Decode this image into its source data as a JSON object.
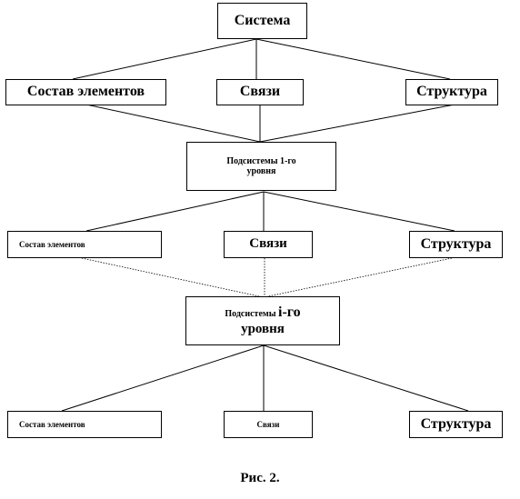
{
  "diagram": {
    "root": {
      "label": "Система"
    },
    "level1": [
      {
        "label": "Состав элементов"
      },
      {
        "label": "Связи"
      },
      {
        "label": "Структура"
      }
    ],
    "subsystem1": {
      "line1": "Подсистемы 1-го",
      "line2": "уровня"
    },
    "level2": [
      {
        "label": "Состав элементов"
      },
      {
        "label": "Связи"
      },
      {
        "label": "Структура"
      }
    ],
    "subsystemI": {
      "prefix": "Подсистемы ",
      "big": "i-го",
      "line2": "уровня"
    },
    "level3": [
      {
        "label": "Состав элементов"
      },
      {
        "label": "Связи"
      },
      {
        "label": "Структура"
      }
    ]
  },
  "caption": "Рис. 2."
}
